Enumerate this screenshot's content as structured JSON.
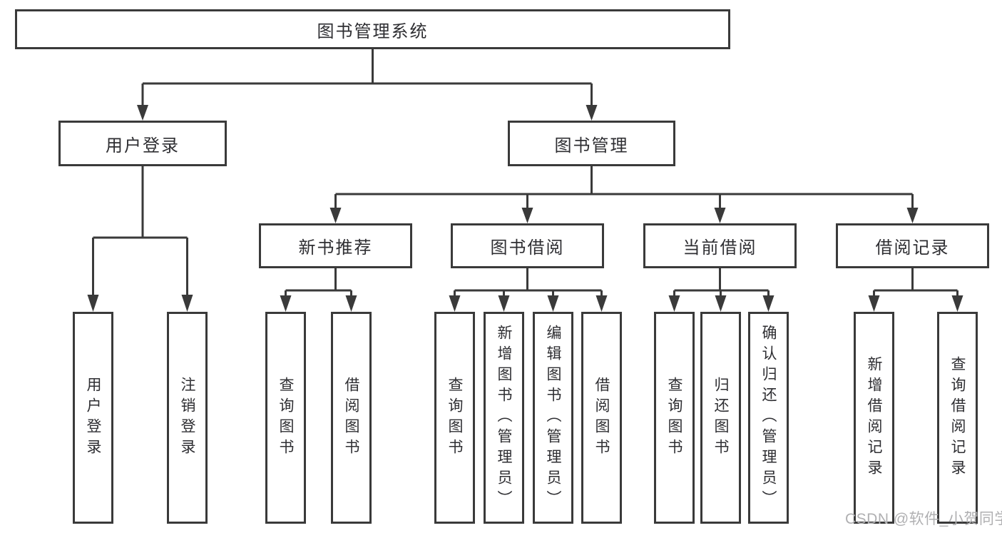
{
  "colors": {
    "line": "#3a3a3a",
    "box_border": "#3a3a3a",
    "text": "#2e2e32",
    "watermark": "#b0b0b2",
    "background": "#ffffff"
  },
  "tree": {
    "root": "图书管理系统",
    "branches": [
      {
        "label": "用户登录",
        "children": [
          "用户登录",
          "注销登录"
        ]
      },
      {
        "label": "图书管理"
      }
    ],
    "modules": [
      {
        "label": "新书推荐",
        "children": [
          "查询图书",
          "借阅图书"
        ]
      },
      {
        "label": "图书借阅",
        "children": [
          "查询图书",
          "新增图书（管理员）",
          "编辑图书（管理员）",
          "借阅图书"
        ]
      },
      {
        "label": "当前借阅",
        "children": [
          "查询图书",
          "归还图书",
          "确认归还（管理员）"
        ]
      },
      {
        "label": "借阅记录",
        "children": [
          "新增借阅记录",
          "查询借阅记录"
        ]
      }
    ]
  },
  "watermark": "CSDN @软件_小贺同学"
}
